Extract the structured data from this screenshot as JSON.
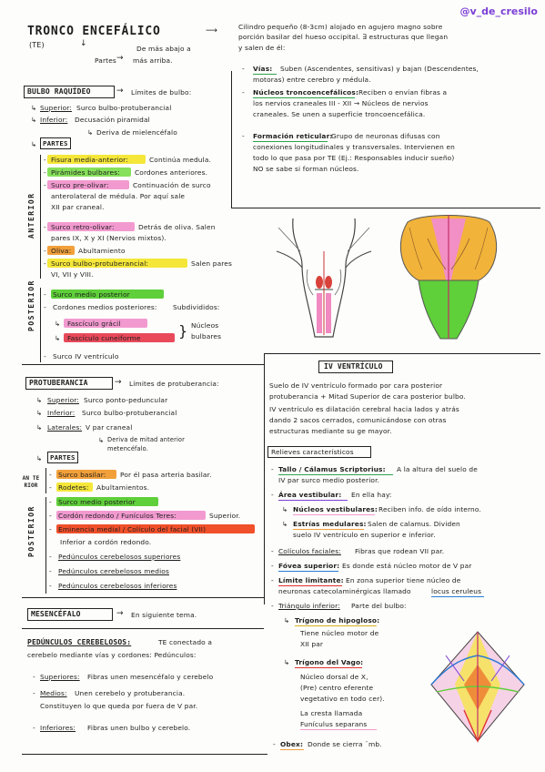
{
  "watermark": "@v_de_cresilo",
  "title": {
    "main": "TRONCO ENCEFÁLICO",
    "abbr": "(TE)",
    "abajo": "De más abajo a",
    "arriba": "más arriba.",
    "partes": "Partes"
  },
  "definition": {
    "l1": "Cilindro pequeño (8-3cm) alojado en agujero magno sobre",
    "l2": "porción basilar del hueso occipital. ∃ estructuras que llegan",
    "l3": "y salen de él:",
    "vias_label": "Vías:",
    "vias_l1": "Suben (Ascendentes, sensitivas) y bajan (Descendentes,",
    "vias_l2": "motoras) entre cerebro y médula.",
    "nucleos_label": "Núcleos troncoencefálicos:",
    "nucleos_l1": "Reciben o envían fibras a",
    "nucleos_l2": "los nervios craneales III - XII → Núcleos de nervios",
    "nucleos_l3": "craneales. Se unen a superficie troncoencefálica.",
    "form_label": "Formación reticular:",
    "form_l1": "Grupo de neuronas difusas con",
    "form_l2": "conexiones longitudinales y transversales. Intervienen en",
    "form_l3": "todo lo que pasa por TE (Ej.: Responsables inducir sueño)",
    "form_l4": "NO se sabe si forman núcleos."
  },
  "bulbo": {
    "heading": "BULBO RAQUÍDEO",
    "limites": "Límites de bulbo:",
    "sup_label": "Superior:",
    "sup_text": "Surco bulbo-protuberancial",
    "inf_label": "Inferior:",
    "inf_text": "Decusación piramidal",
    "inf_sub": "Deriva de mielencéfalo",
    "partes": "PARTES",
    "anterior": "ANTERIOR",
    "fisura": "Fisura media-anterior:",
    "fisura_t": "Continúa medula.",
    "piramides": "Pirámides bulbares:",
    "piramides_t": "Cordones anteriores.",
    "surco_pre": "Surco pre-olivar:",
    "surco_pre_t1": "Continuación de surco",
    "surco_pre_t2": "anterolateral de médula. Por aquí sale",
    "surco_pre_t3": "XII par craneal.",
    "surco_retro": "Surco retro-olivar:",
    "surco_retro_t1": "Detrás de oliva. Salen",
    "surco_retro_t2": "pares IX, X y XI (Nervios mixtos).",
    "oliva": "Oliva:",
    "oliva_t": "Abultamiento",
    "surco_bp": "Surco bulbo-protuberancial:",
    "surco_bp_t1": "Salen pares",
    "surco_bp_t2": "VI, VII y VIII.",
    "posterior": "POSTERIOR",
    "surco_mp": "Surco medio posterior",
    "cordones": "Cordones medios posteriores:",
    "cordones_t": "Subdivididos:",
    "fasc_gracil": "Fascículo grácil",
    "fasc_cun": "Fascículo cuneiforme",
    "nucleos": "Núcleos",
    "bulbares": "bulbares",
    "surco_iv": "Surco IV ventrículo"
  },
  "protuberancia": {
    "heading": "PROTUBERANCIA",
    "limites": "Límites de protuberancia:",
    "sup_label": "Superior:",
    "sup_text": "Surco ponto-peduncular",
    "inf_label": "Inferior:",
    "inf_text": "Surco bulbo-protuberancial",
    "lat_label": "Laterales:",
    "lat_text": "V par craneal",
    "deriva1": "Deriva de mitad anterior",
    "deriva2": "metencéfalo.",
    "partes": "PARTES",
    "anterior": "AN TE RIOR",
    "surco_basilar": "Surco basilar:",
    "surco_basilar_t": "Por él pasa arteria basilar.",
    "rodetes": "Rodetes:",
    "rodetes_t": "Abultamientos.",
    "posterior": "POSTERIOR",
    "surco_mp": "Surco medio posterior",
    "cordon_red": "Cordón redondo / Funículos Teres:",
    "cordon_red_t": "Superior.",
    "eminencia": "Eminencia medial / Colículo del facial (VII)",
    "inferior_cr": "Inferior a cordón redondo.",
    "ped_sup": "Pedúnculos cerebelosos superiores",
    "ped_med": "Pedúnculos cerebelosos medios",
    "ped_inf": "Pedúnculos cerebelosos inferiores"
  },
  "mesencefalo": {
    "heading": "MESENCÉFALO",
    "text": "En siguiente tema."
  },
  "pedunculos": {
    "heading": "PEDÚNCULOS CEREBELOSOS:",
    "l1": "TE conectado a",
    "l2": "cerebelo mediante vías y cordones: Pedúnculos:",
    "sup_label": "Superiores:",
    "sup_t1": "Fibras unen mesencéfalo y cerebelo",
    "med_label": "Medios:",
    "med_t1": "Unen cerebelo y protuberancia.",
    "med_t2": "Constituyen lo que queda por fuera de V par.",
    "inf_label": "Inferiores:",
    "inf_t1": "Fibras unen bulbo y cerebelo."
  },
  "ventriculo": {
    "heading": "IV VENTRÍCULO",
    "l1": "Suelo de IV ventrículo formado por cara posterior",
    "l2": "protuberancia + Mitad Superior de cara posterior bulbo.",
    "l3": "IV ventrículo es dilatación cerebral hacia lados y atrás",
    "l4": "dando 2 sacos cerrados, comunicándose con otras",
    "l5": "estructuras mediante su ge mayor.",
    "relieves": "Relieves característicos",
    "tallo": "Tallo / Cálamus Scriptorius:",
    "tallo_t1": "A la altura del suelo de",
    "tallo_t2": "IV par surco medio posterior.",
    "area": "Área vestibular:",
    "area_t": "En ella hay:",
    "nuc_vest": "Núcleos vestibulares:",
    "nuc_vest_t": "Reciben info. de oído interno.",
    "estrias": "Estrías medulares:",
    "estrias_t1": "Salen de calamus. Dividen",
    "estrias_t2": "suelo IV ventrículo en superior e inferior.",
    "coliculos": "Colículos faciales:",
    "coliculos_t": "Fibras que rodean VII par.",
    "fovea": "Fóvea superior:",
    "fovea_t": "Es donde está núcleo motor de V par",
    "limitante": "Límite limitante:",
    "limitante_t1": "En zona superior tiene núcleo de",
    "limitante_t2": "neuronas catecolaminérgicas llamado",
    "locus": "locus ceruleus",
    "triangulo": "Triángulo inferior:",
    "triangulo_t": "Parte del bulbo:",
    "hipogloso": "Trígono de hipogloso:",
    "hipogloso_t1": "Tiene núcleo motor de",
    "hipogloso_t2": "XII par",
    "vago": "Trígono del Vago:",
    "vago_t1": "Núcleo dorsal de X,",
    "vago_t2": "(Pre) centro eferente",
    "vago_t3": "vegetativo en todo cer).",
    "vago_t4": "La cresta llamada",
    "funiculos": "Funículus separans",
    "obex": "Obex:",
    "obex_t": "Donde se cierra ¨mb."
  }
}
